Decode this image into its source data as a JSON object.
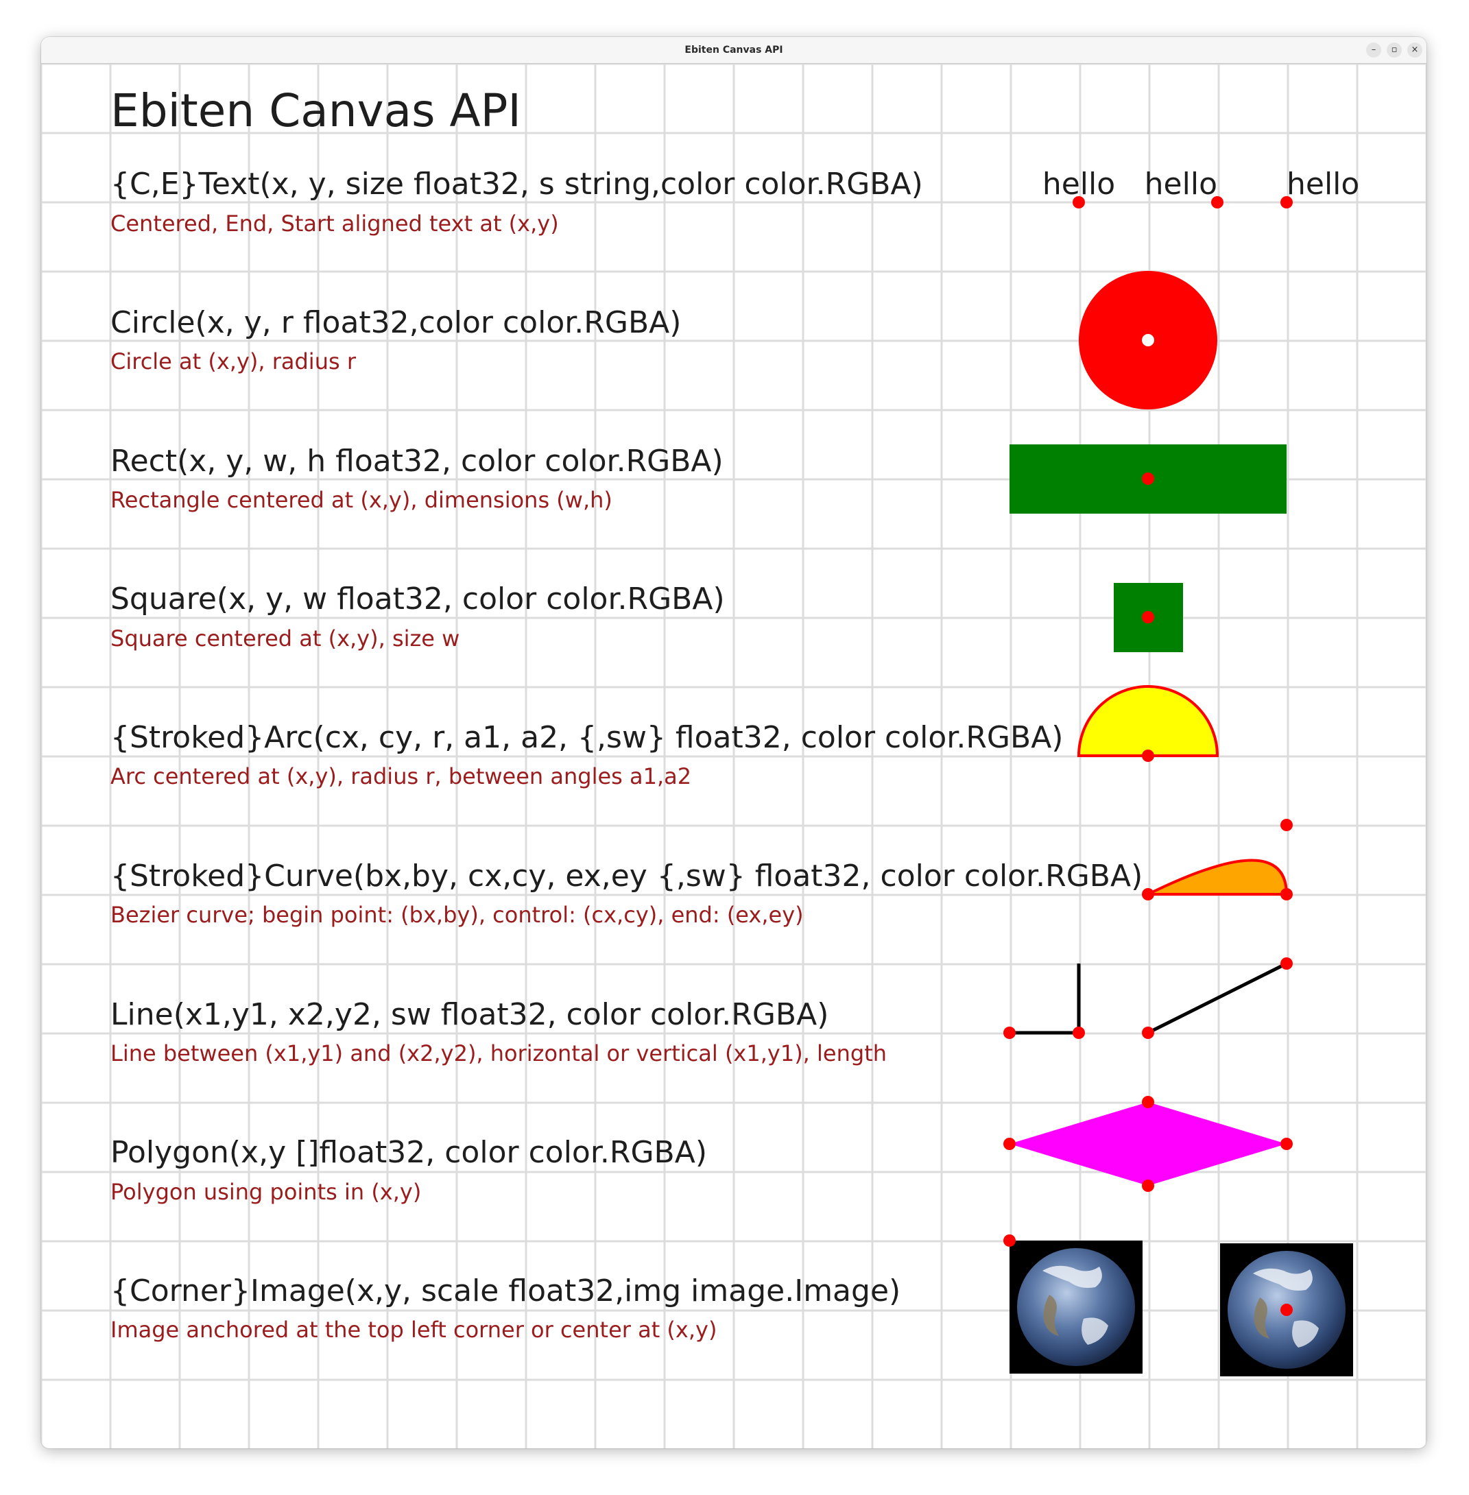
{
  "window": {
    "title": "Ebiten Canvas API",
    "controls": {
      "minimize": "–",
      "maximize": "▫",
      "close": "×"
    }
  },
  "page": {
    "heading": "Ebiten Canvas API",
    "rows": [
      {
        "id": "text",
        "signature": "{C,E}Text(x, y, size float32, s string,color color.RGBA)",
        "description": "Centered, End, Start aligned text at (x,y)"
      },
      {
        "id": "circle",
        "signature": "Circle(x, y, r float32,color color.RGBA)",
        "description": "Circle at (x,y), radius r"
      },
      {
        "id": "rect",
        "signature": "Rect(x, y, w, h float32, color color.RGBA)",
        "description": "Rectangle centered at (x,y), dimensions (w,h)"
      },
      {
        "id": "square",
        "signature": "Square(x, y, w float32, color color.RGBA)",
        "description": "Square centered at (x,y), size w"
      },
      {
        "id": "arc",
        "signature": "{Stroked}Arc(cx, cy, r, a1, a2, {,sw} float32, color color.RGBA)",
        "description": "Arc centered at (x,y), radius r, between angles a1,a2"
      },
      {
        "id": "curve",
        "signature": "{Stroked}Curve(bx,by, cx,cy, ex,ey {,sw} float32, color color.RGBA)",
        "description": "Bezier curve; begin point: (bx,by), control: (cx,cy), end: (ex,ey)"
      },
      {
        "id": "line",
        "signature": "Line(x1,y1, x2,y2, sw float32, color color.RGBA)",
        "description": "Line between (x1,y1) and (x2,y2), horizontal or vertical (x1,y1), length"
      },
      {
        "id": "polygon",
        "signature": "Polygon(x,y []float32, color color.RGBA)",
        "description": "Polygon using points in (x,y)"
      },
      {
        "id": "image",
        "signature": "{Corner}Image(x,y, scale float32,img image.Image)",
        "description": "Image anchored at the top left corner or center at (x,y)"
      }
    ],
    "demo_text": {
      "centered": "hello",
      "end": "hello",
      "start": "hello"
    }
  },
  "colors": {
    "signature": "#1e1e1e",
    "description": "#9b1c1c",
    "grid": "#dcdcdc",
    "point": "#ff0000",
    "circle": "#ff0000",
    "rect": "#008000",
    "square": "#008000",
    "arc_fill": "#ffff00",
    "arc_stroke": "#ff0000",
    "curve_fill": "#ffa500",
    "curve_stroke": "#ff0000",
    "line": "#000000",
    "polygon": "#ff00ff"
  }
}
